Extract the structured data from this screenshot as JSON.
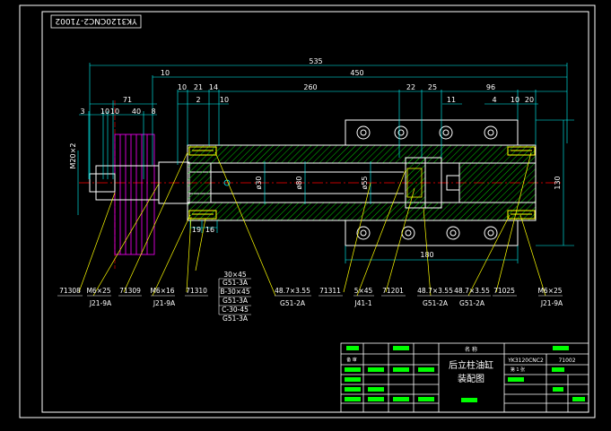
{
  "drawing": {
    "code_stamp": "YK3120CNC2-71002",
    "title": {
      "name_header": "名 称",
      "name_line1": "后立柱油缸",
      "name_line2": "装配图",
      "drawing_code": "YK3120CNC2",
      "drawing_number": "71002",
      "sheet_label": "第 1 张",
      "sign_label": "备 审"
    }
  },
  "dimensions": {
    "top": [
      "535",
      "450",
      "10",
      "10",
      "21",
      "14",
      "260",
      "22",
      "25",
      "96",
      "2",
      "10",
      "71",
      "11",
      "4",
      "10",
      "20",
      "3",
      "10",
      "10",
      "40",
      "8"
    ],
    "vertical": [
      "M20×2",
      "130"
    ],
    "bottom": [
      "19",
      "16",
      "180"
    ],
    "diameters": [
      "ø30",
      "ø80",
      "ø55"
    ]
  },
  "callouts": [
    {
      "label": "71308"
    },
    {
      "label": "M6×25",
      "sub": "J21-9A"
    },
    {
      "label": "71309"
    },
    {
      "label": "M6×16",
      "sub": "J21-9A"
    },
    {
      "label": "71310"
    },
    {
      "label": "48.7×3.55",
      "sub": "G51-2A"
    },
    {
      "label": "71311"
    },
    {
      "label": "5×45",
      "sub": "J41-1"
    },
    {
      "label": "71201"
    },
    {
      "label": "48.7×3.55",
      "sub": "G51-2A"
    },
    {
      "label": "48.7×3.55",
      "sub": "G51-2A"
    },
    {
      "label": "71025"
    },
    {
      "label": "M6×25",
      "sub": "J21-9A"
    }
  ],
  "seal_list": [
    "30×45",
    "G51-3A",
    "B-30×45",
    "G51-3A",
    "C-30-45",
    "G51-3A"
  ],
  "colors": {
    "background": "#000000",
    "border": "#ffffff",
    "dimension": "#00ffff",
    "outline": "#ffffff",
    "hatch": "#00ff00",
    "centerline": "#ff0000",
    "leader": "#ffff00",
    "motor": "#ff00ff",
    "title_block_label": "#00ff00"
  }
}
